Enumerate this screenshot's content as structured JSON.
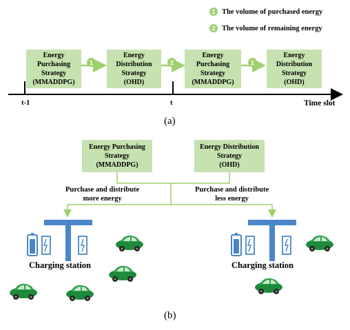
{
  "legend": [
    {
      "num": "1",
      "text": "The  volume of purchased energy"
    },
    {
      "num": "2",
      "text": "The volume of remaining energy"
    }
  ],
  "timeline": {
    "boxes": [
      {
        "lines": [
          "Energy",
          "Purchasing",
          "Strategy",
          "(MMADDPG)"
        ]
      },
      {
        "lines": [
          "Energy",
          "Distribution",
          "Strategy",
          "(OHD)"
        ]
      },
      {
        "lines": [
          "Energy",
          "Purchasing",
          "Strategy",
          "(MMADDPG)"
        ]
      },
      {
        "lines": [
          "Energy",
          "Distribution",
          "Strategy",
          "(OHD)"
        ]
      }
    ],
    "arrow_numbers": [
      "1",
      "2",
      "1"
    ],
    "tick_labels": [
      "t-1",
      "t"
    ],
    "axis_label": "Time slot",
    "caption": "(a)"
  },
  "panel_b": {
    "purchasing_box": [
      "Energy Purchasing",
      "Strategy",
      "(MMADDPG)"
    ],
    "distribution_box": [
      "Energy Distribution",
      "Strategy",
      "(OHD)"
    ],
    "left_branch_label": [
      "Purchase and distribute",
      "more energy"
    ],
    "right_branch_label": [
      "Purchase and distribute",
      "less energy"
    ],
    "station_label_left": "Charging station",
    "station_label_right": "Charging station",
    "caption": "(b)"
  },
  "colors": {
    "box_fill": "#c6e2b0",
    "accent_green": "#9ed06e",
    "station_blue": "#4a86c8",
    "car_green": "#1e8a3c",
    "line": "#000000"
  }
}
